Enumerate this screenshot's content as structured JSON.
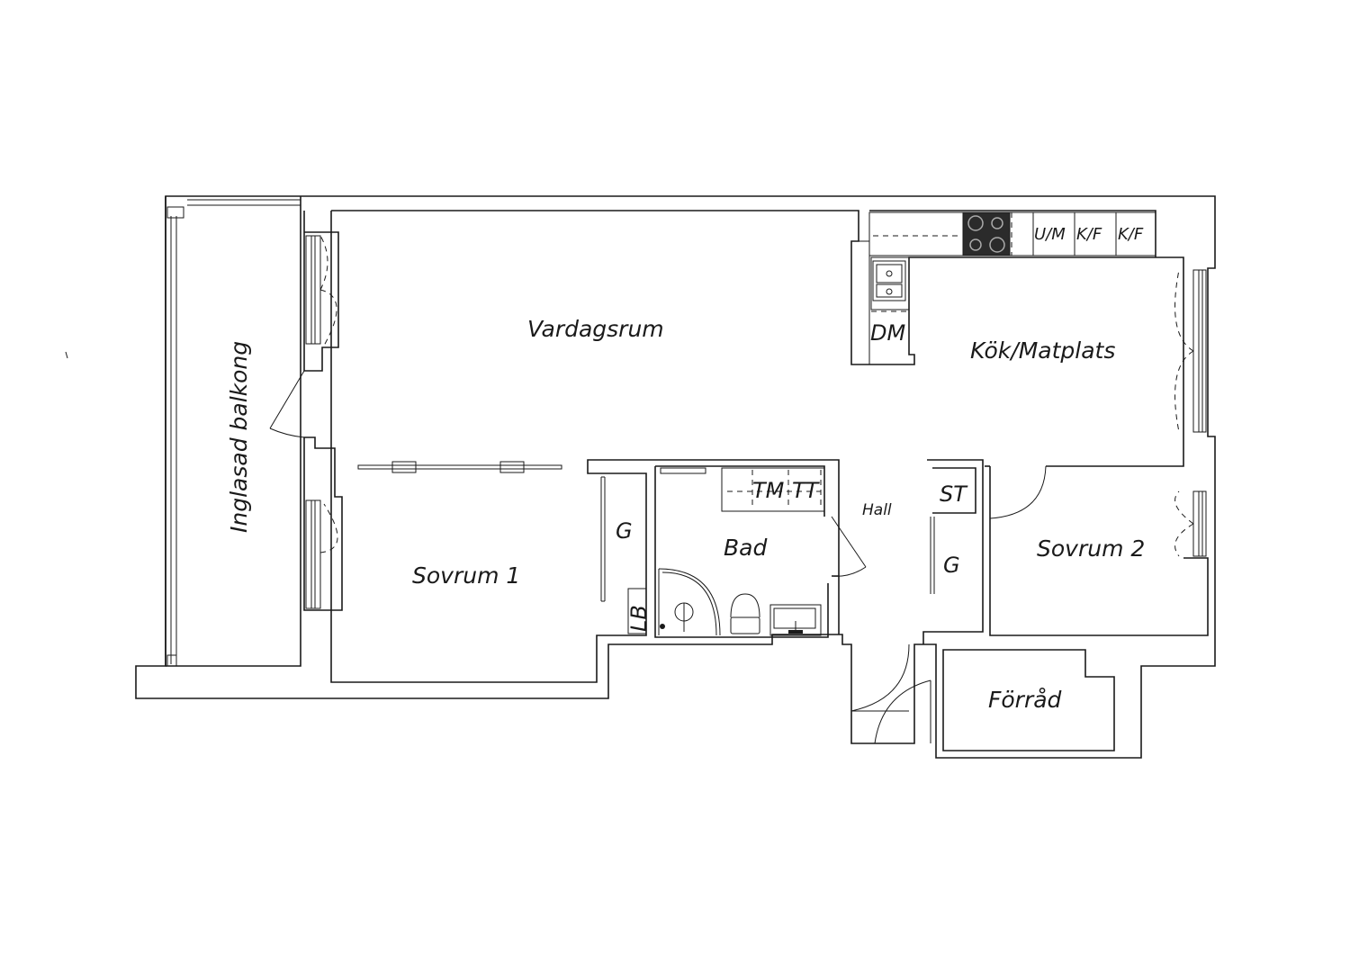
{
  "rooms": {
    "vardagsrum": "Vardagsrum",
    "kok": "Kök/Matplats",
    "balkong": "Inglasad balkong",
    "sovrum1": "Sovrum 1",
    "sovrum2": "Sovrum 2",
    "bad": "Bad",
    "hall": "Hall",
    "forrad": "Förråd"
  },
  "fixtures": {
    "g1": "G",
    "g2": "G",
    "lb": "LB",
    "st": "ST",
    "tm": "TM",
    "tt": "TT",
    "dm": "DM",
    "um": "U/M",
    "kf1": "K/F",
    "kf2": "K/F"
  },
  "colors": {
    "line": "#1a1a1a",
    "stove": "#2b2b2b",
    "background": "#ffffff"
  }
}
